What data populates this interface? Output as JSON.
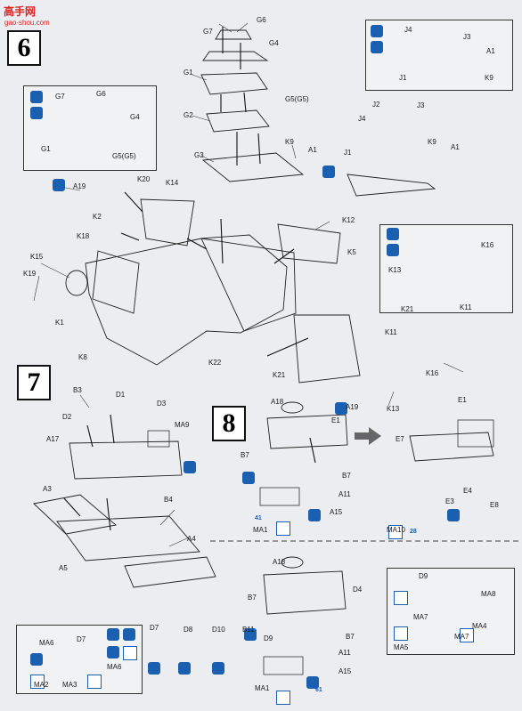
{
  "watermark": {
    "logo": "高手网",
    "url": "gao-shou.com"
  },
  "steps": {
    "s6": "6",
    "s7": "7",
    "s8": "8"
  },
  "labels": {
    "g6": "G6",
    "g7": "G7",
    "g4": "G4",
    "g1": "G1",
    "g2": "G2",
    "g5g5": "G5(G5)",
    "g3": "G3",
    "k9": "K9",
    "a1": "A1",
    "j4": "J4",
    "j3": "J3",
    "j1": "J1",
    "j2": "J2",
    "a19": "A19",
    "k20": "K20",
    "k14": "K14",
    "k2": "K2",
    "k18": "K18",
    "k15": "K15",
    "k19": "K19",
    "k1": "K1",
    "k8": "K8",
    "k22": "K22",
    "k12": "K12",
    "k5": "K5",
    "k16": "K16",
    "k13": "K13",
    "k21": "K21",
    "k11": "K11",
    "b3": "B3",
    "d1": "D1",
    "d2": "D2",
    "d3": "D3",
    "a17": "A17",
    "ma9": "MA9",
    "b4": "B4",
    "a3": "A3",
    "a5": "A5",
    "a4": "A4",
    "a18": "A18",
    "e1": "E1",
    "b7": "B7",
    "a11": "A11",
    "a15": "A15",
    "ma1": "MA1",
    "e7": "E7",
    "e4": "E4",
    "e3": "E3",
    "e8": "E8",
    "ma10": "MA10",
    "d4": "D4",
    "d9": "D9",
    "d7": "D7",
    "d8": "D8",
    "d10": "D10",
    "b11": "B11",
    "ma8": "MA8",
    "ma7": "MA7",
    "ma4": "MA4",
    "ma5": "MA5",
    "ma6": "MA6",
    "ma2": "MA2",
    "ma3": "MA3"
  },
  "refs": {
    "r41": "41",
    "r28": "28",
    "r61": "61"
  },
  "colors": {
    "ink": "#1a1a1a",
    "accent": "#1b5fb0",
    "paper": "#ecedf0"
  }
}
